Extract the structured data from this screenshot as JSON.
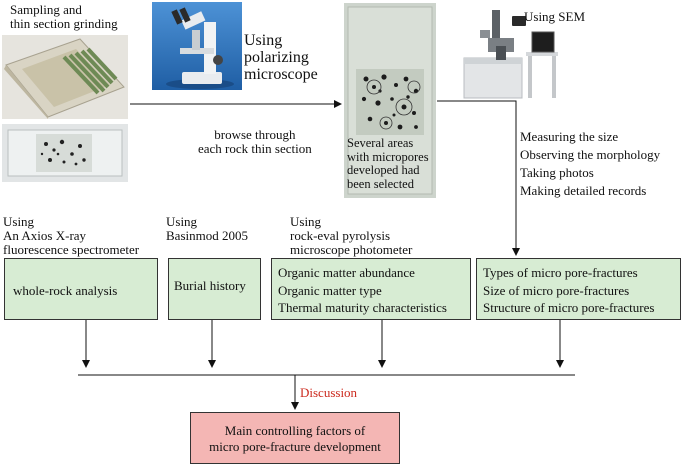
{
  "top": {
    "sampling_label": "Sampling and\nthin section grinding",
    "microscope_label": "Using\npolarizing\nmicroscope",
    "browse_label": "browse through\neach rock thin section",
    "selected_label": "Several areas\nwith micropores\ndeveloped had\nbeen selected",
    "sem_label": "Using SEM",
    "sem_tasks": "Measuring the size\nObserving the morphology\nTaking photos\nMaking detailed records"
  },
  "methods": {
    "xrf_label": "Using\nAn Axios X-ray\nfluorescence spectrometer",
    "basinmod_label": "Using\nBasinmod 2005",
    "pyrolysis_label": "Using\nrock-eval pyrolysis\nmicroscope photometer"
  },
  "boxes": {
    "whole_rock": "whole-rock analysis",
    "burial": "Burial history",
    "organic": "Organic matter abundance\nOrganic matter type\nThermal maturity characteristics",
    "pores": "Types of micro pore-fractures\nSize of micro pore-fractures\nStructure of micro pore-fractures"
  },
  "discussion_label": "Discussion",
  "result_box": "Main controlling factors of\nmicro pore-fracture development",
  "colors": {
    "box_green": "#d7ecd3",
    "box_pink": "#f4b6b4",
    "discussion_red": "#cc2a1e"
  },
  "icons": [
    "sample-box-photo",
    "thin-section-photo",
    "microscope-photo",
    "selected-section-photo",
    "sem-instrument-photo"
  ]
}
